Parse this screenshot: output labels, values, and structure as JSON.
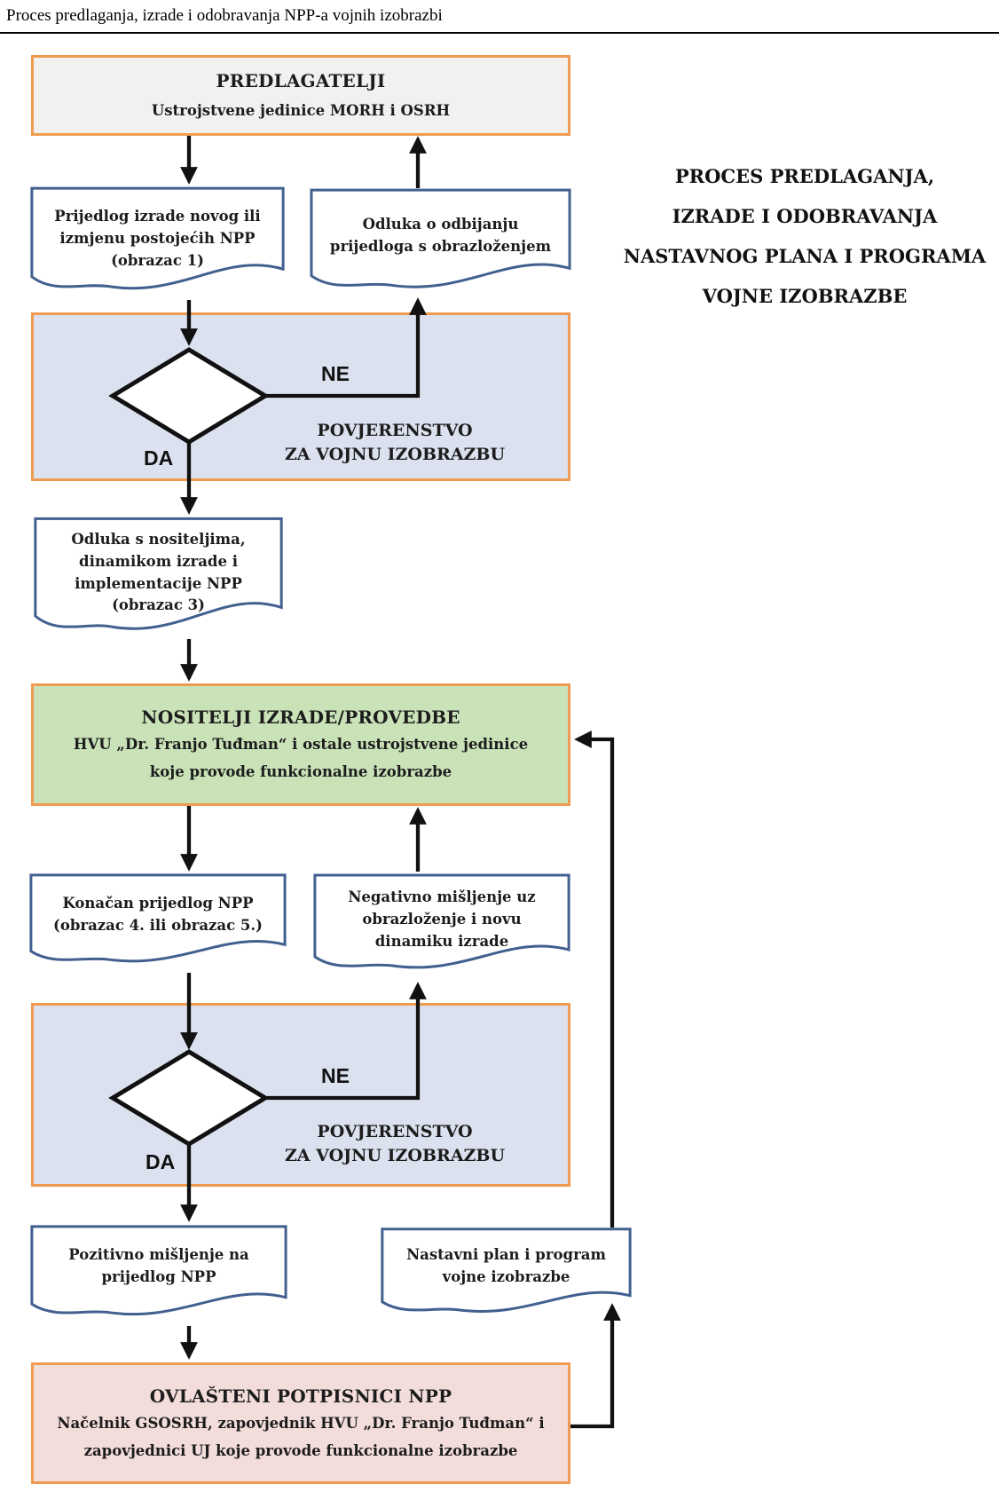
{
  "colors": {
    "box_border_orange": "#F09B51",
    "document_border_blue": "#42608F",
    "decision_box_fill": "#DCE1EF",
    "proposer_box_fill": "#F2F1F0",
    "implementer_box_fill": "#C9E2B8",
    "signatory_box_fill": "#F3DDDB",
    "arrow_color": "#111111"
  },
  "header": {
    "title": "Proces predlaganja, izrade i odobravanja NPP-a vojnih izobrazbi"
  },
  "side_title": {
    "line1": "PROCES PREDLAGANJA,",
    "line2": "IZRADE I ODOBRAVANJA",
    "line3": "NASTAVNOG PLANA I PROGRAMA",
    "line4": "VOJNE IZOBRAZBE"
  },
  "labels": {
    "yes": "DA",
    "no": "NE",
    "committee_line1": "POVJERENSTVO",
    "committee_line2": "ZA VOJNU IZOBRAZBU"
  },
  "boxes": {
    "predlagatelji": {
      "title": "PREDLAGATELJI",
      "subtitle": "Ustrojstvene jedinice MORH i OSRH"
    },
    "nositelji": {
      "title": "NOSITELJI IZRADE/PROVEDBE",
      "sub_line1": "HVU „Dr. Franjo Tuđman“ i ostale ustrojstvene jedinice",
      "sub_line2": "koje provode funkcionalne izobrazbe"
    },
    "potpisnici": {
      "title": "OVLAŠTENI POTPISNICI NPP",
      "sub_line1": "Načelnik GSOSRH, zapovjednik HVU „Dr. Franjo Tuđman“ i",
      "sub_line2": "zapovjednici UJ koje provode funkcionalne izobrazbe"
    }
  },
  "documents": {
    "prijedlog": {
      "line1": "Prijedlog izrade novog ili",
      "line2": "izmjenu postojećih NPP",
      "line3": "(obrazac 1)"
    },
    "odbijanje": {
      "line1": "Odluka o odbijanju",
      "line2": "prijedloga s obrazloženjem"
    },
    "odluka": {
      "line1": "Odluka s nositeljima,",
      "line2": "dinamikom izrade i",
      "line3": "implementacije NPP",
      "line4": "(obrazac 3)"
    },
    "konacan": {
      "line1": "Konačan prijedlog NPP",
      "line2": "(obrazac 4. ili obrazac 5.)"
    },
    "negativno": {
      "line1": "Negativno mišljenje uz",
      "line2": "obrazloženje i novu",
      "line3": "dinamiku izrade"
    },
    "pozitivno": {
      "line1": "Pozitivno mišljenje na",
      "line2": "prijedlog NPP"
    },
    "nastavni": {
      "line1": "Nastavni plan i program",
      "line2": "vojne izobrazbe"
    }
  }
}
